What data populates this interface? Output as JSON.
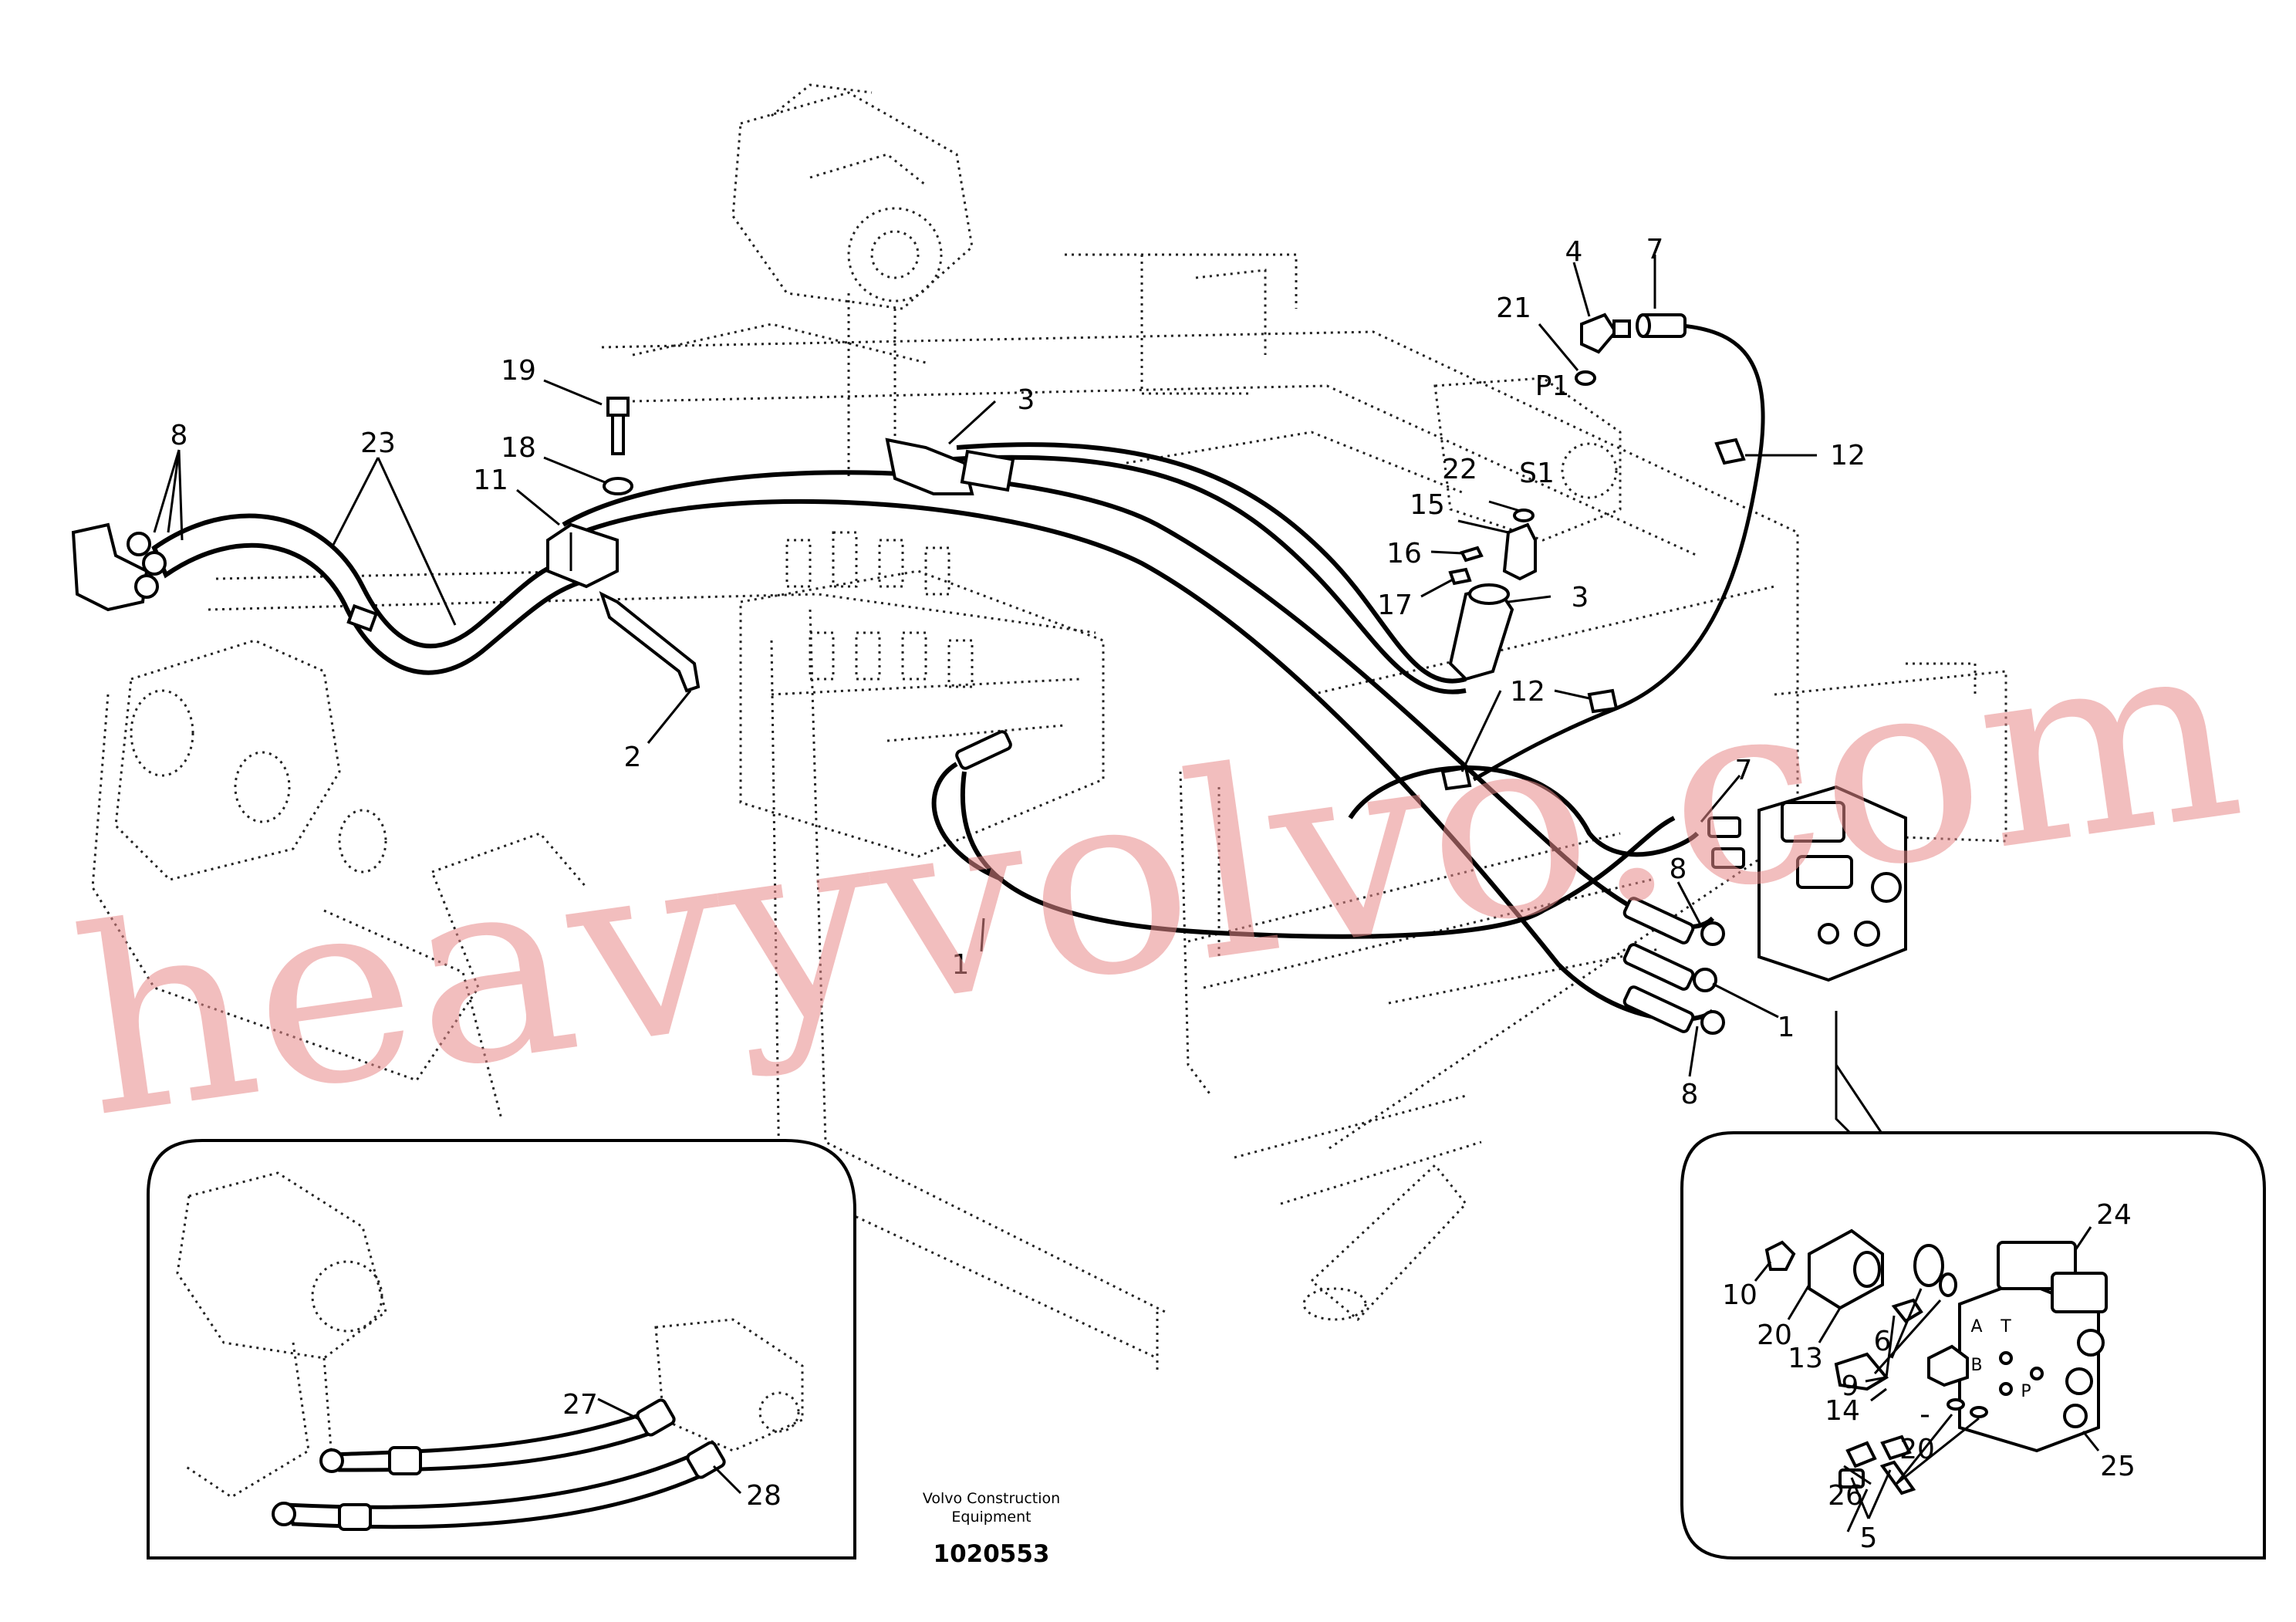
{
  "labels": {
    "l1a": "1",
    "l1b": "1",
    "l2": "2",
    "l3a": "3",
    "l3b": "3",
    "l4": "4",
    "l5": "5",
    "l6": "6",
    "l7a": "7",
    "l7b": "7",
    "l8a": "8",
    "l8b": "8",
    "l8c": "8",
    "l9": "9",
    "l10": "10",
    "l11": "11",
    "l12a": "12",
    "l12b": "12",
    "l13": "13",
    "l14": "14",
    "l15": "15",
    "l16": "16",
    "l17": "17",
    "l18": "18",
    "l19": "19",
    "l20a": "20",
    "l20b": "20",
    "l21": "21",
    "l22": "22",
    "l23": "23",
    "l24": "24",
    "l25": "25",
    "l26": "26",
    "l27": "27",
    "l28": "28",
    "p1": "P1",
    "s1": "S1",
    "ta": "A",
    "tb": "B",
    "tt": "T",
    "tp": "P"
  },
  "footer": {
    "company_line1": "Volvo Construction",
    "company_line2": "Equipment",
    "doc_number": "1020553"
  },
  "watermark": "heavyvolvo.com"
}
